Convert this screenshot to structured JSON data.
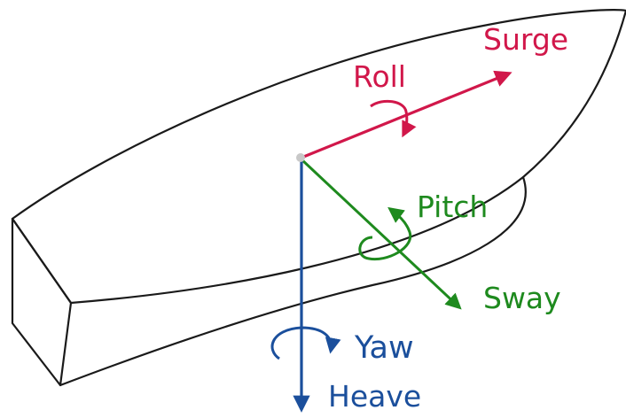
{
  "labels": {
    "surge": "Surge",
    "roll": "Roll",
    "pitch": "Pitch",
    "sway": "Sway",
    "yaw": "Yaw",
    "heave": "Heave"
  },
  "colors": {
    "surge_roll": "#d1174a",
    "sway_pitch": "#1e8a1e",
    "heave_yaw": "#1b4f9c",
    "hull": "#1a1a1a",
    "origin": "#c8c8c8"
  },
  "icons": {
    "origin": "origin-dot-icon",
    "roll": "curved-rotation-arrow-icon",
    "pitch": "curved-rotation-arrow-icon",
    "yaw": "curved-rotation-arrow-icon"
  }
}
